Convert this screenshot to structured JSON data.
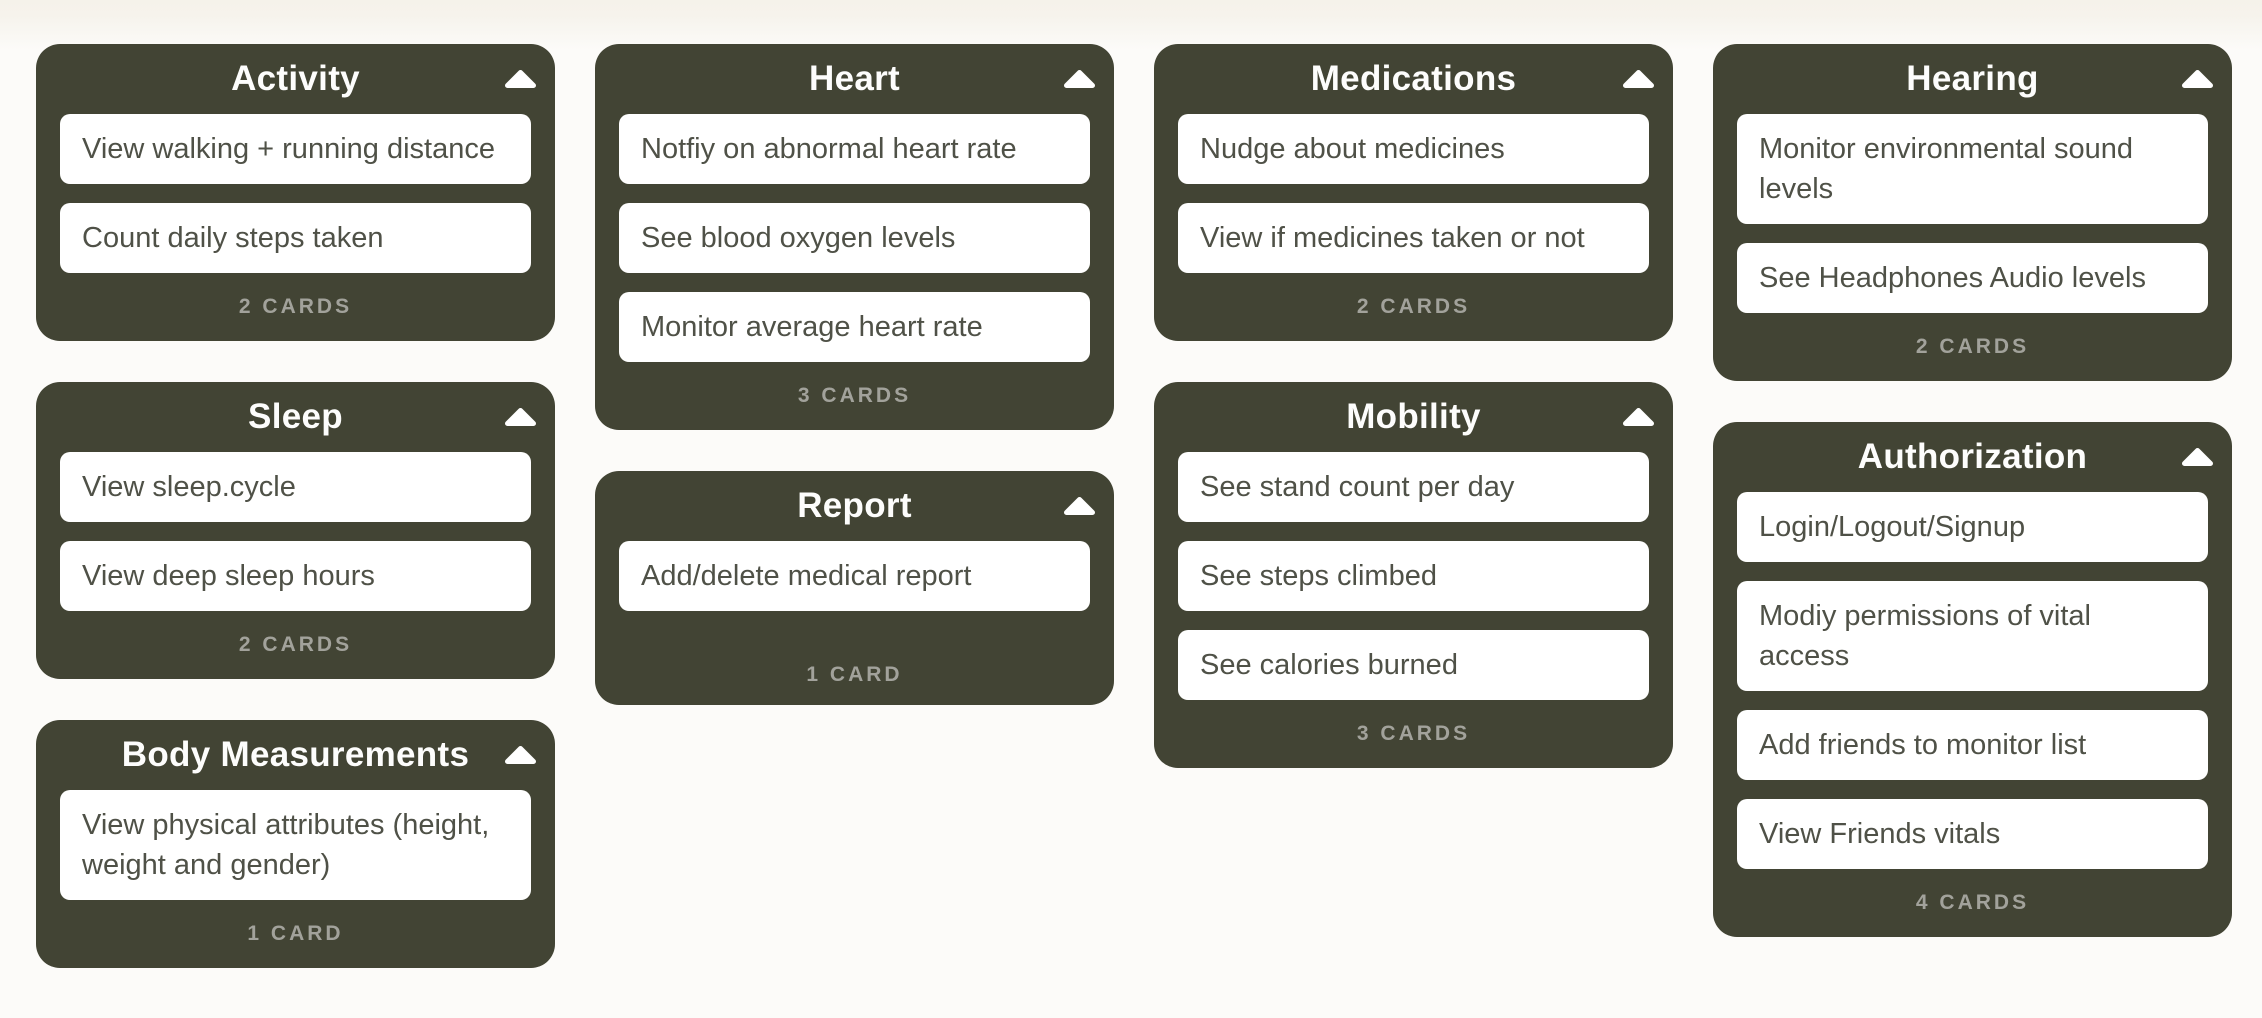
{
  "colors": {
    "list_background": "#424434",
    "card_background": "#ffffff",
    "card_text": "#4f5147",
    "list_title_text": "#fdfdfc",
    "count_text": "#a2a29b",
    "page_background": "#fcfbf9",
    "page_top_band": "#f5f2ea"
  },
  "icons": {
    "collapse_list": "chevron-up-icon"
  },
  "board": {
    "columns": [
      {
        "lists": [
          {
            "title": "Activity",
            "cards": [
              "View walking + running distance",
              "Count daily steps taken"
            ],
            "count_label": "2 CARDS"
          },
          {
            "title": "Sleep",
            "cards": [
              "View sleep.cycle",
              "View deep sleep hours"
            ],
            "count_label": "2 CARDS"
          },
          {
            "title": "Body Measurements",
            "cards": [
              "View physical attributes (height, weight and gender)"
            ],
            "count_label": "1 CARD"
          }
        ]
      },
      {
        "lists": [
          {
            "title": "Heart",
            "cards": [
              "Notfiy on abnormal heart rate",
              "See blood oxygen levels",
              "Monitor average heart rate"
            ],
            "count_label": "3 CARDS"
          },
          {
            "title": "Report",
            "cards": [
              "Add/delete medical report"
            ],
            "count_label": "1 CARD"
          }
        ]
      },
      {
        "lists": [
          {
            "title": "Medications",
            "cards": [
              "Nudge about medicines",
              "View if medicines taken or not"
            ],
            "count_label": "2 CARDS"
          },
          {
            "title": "Mobility",
            "cards": [
              "See stand count per day",
              "See steps climbed",
              "See calories burned"
            ],
            "count_label": "3 CARDS"
          }
        ]
      },
      {
        "lists": [
          {
            "title": "Hearing",
            "cards": [
              "Monitor environmental sound levels",
              "See Headphones Audio levels"
            ],
            "count_label": "2 CARDS"
          },
          {
            "title": "Authorization",
            "cards": [
              "Login/Logout/Signup",
              "Modiy permissions of vital access",
              "Add friends to monitor list",
              "View Friends vitals"
            ],
            "count_label": "4 CARDS"
          }
        ]
      }
    ]
  }
}
